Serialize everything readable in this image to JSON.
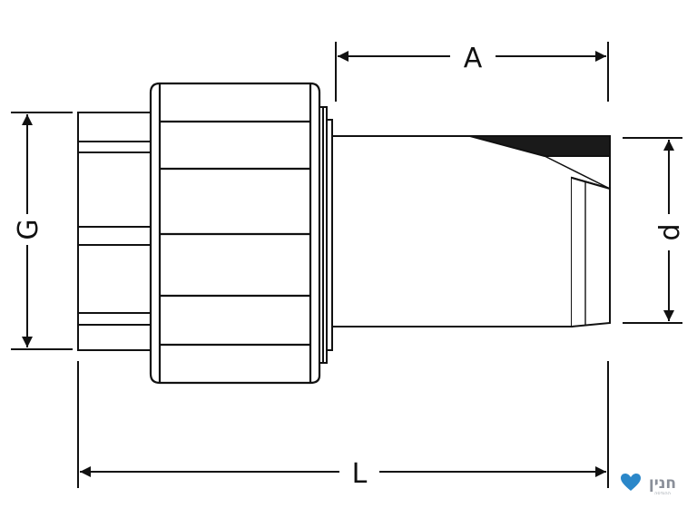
{
  "dimensions": {
    "G": "G",
    "A": "A",
    "d": "d",
    "L": "L"
  },
  "logo": {
    "text": "חנין",
    "subtext": "ההנדסה",
    "icon": "heart-icon",
    "color": "#2b87c9"
  },
  "colors": {
    "line": "#111111",
    "fill": "#ffffff",
    "shade": "#1a1a1a"
  }
}
